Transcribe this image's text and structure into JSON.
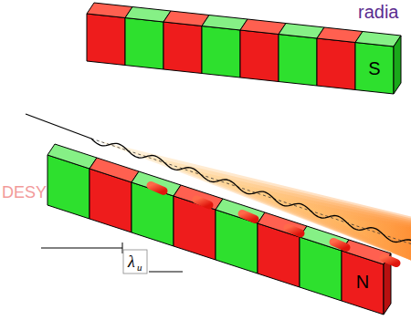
{
  "diagram": {
    "labels": [
      "radia",
      "DESY",
      "S",
      "N",
      "λ",
      "u"
    ]
  }
}
